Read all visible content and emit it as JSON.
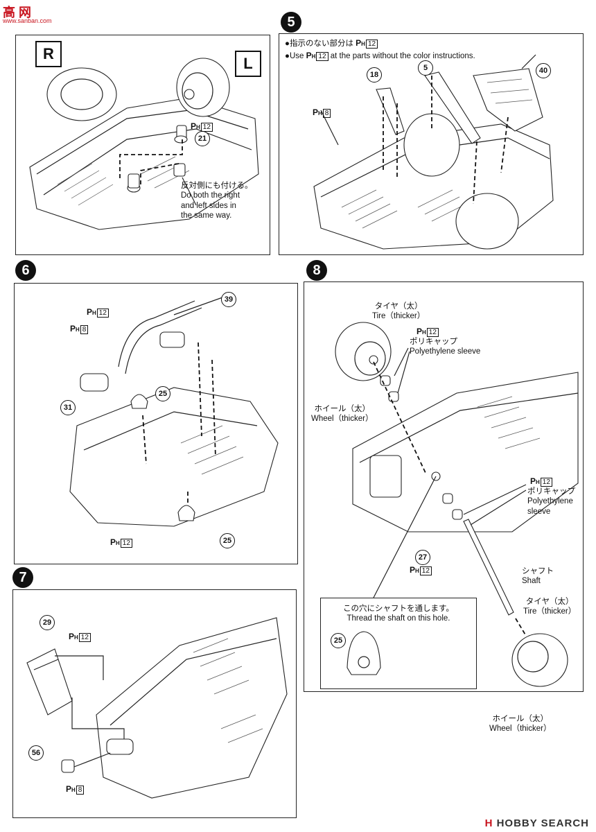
{
  "watermark": {
    "logo": "高 网",
    "url": "www.sanban.com"
  },
  "footer": {
    "brand_mark": "H",
    "brand": "HOBBY SEARCH"
  },
  "step4": {
    "badge_r": "R",
    "badge_l": "L",
    "part_21": "21",
    "ph_label": "P",
    "ph_sub": "H",
    "ph_num": "12",
    "note_jp": "反対側にも付ける。",
    "note_en_1": "Do both the right",
    "note_en_2": "and left sides in",
    "note_en_3": "the same way."
  },
  "step5": {
    "badge": "5",
    "instr_jp": "●指示のない部分は",
    "instr_jp_ph": "P",
    "instr_jp_sub": "H",
    "instr_jp_num": "12",
    "instr_en_pre": "●Use",
    "instr_en_ph": "P",
    "instr_en_sub": "H",
    "instr_en_num": "12",
    "instr_en_post": "at the parts without the color instructions.",
    "part_18": "18",
    "part_5": "5",
    "part_40": "40",
    "ph_label": "P",
    "ph_sub": "H",
    "ph_num": "8"
  },
  "step6": {
    "badge": "6",
    "part_39": "39",
    "part_31": "31",
    "part_25a": "25",
    "part_25b": "25",
    "ph12_top": {
      "p": "P",
      "s": "H",
      "n": "12"
    },
    "ph8": {
      "p": "P",
      "s": "H",
      "n": "8"
    },
    "ph12_bottom": {
      "p": "P",
      "s": "H",
      "n": "12"
    }
  },
  "step7": {
    "badge": "7",
    "part_29": "29",
    "part_56": "56",
    "ph12": {
      "p": "P",
      "s": "H",
      "n": "12"
    },
    "ph8": {
      "p": "P",
      "s": "H",
      "n": "8"
    }
  },
  "step8": {
    "badge": "8",
    "tire_top_jp": "タイヤ（太）",
    "tire_top_en": "Tire（thicker）",
    "ph12_a": {
      "p": "P",
      "s": "H",
      "n": "12"
    },
    "sleeve_a_jp": "ポリキャップ",
    "sleeve_a_en": "Polyethylene sleeve",
    "wheel_left_jp": "ホイール（太）",
    "wheel_left_en": "Wheel（thicker）",
    "ph12_b": {
      "p": "P",
      "s": "H",
      "n": "12"
    },
    "sleeve_b_jp": "ポリキャップ",
    "sleeve_b_en_1": "Polyethylene",
    "sleeve_b_en_2": "sleeve",
    "part_27": "27",
    "ph12_c": {
      "p": "P",
      "s": "H",
      "n": "12"
    },
    "shaft_jp": "シャフト",
    "shaft_en": "Shaft",
    "hole_jp": "この穴にシャフトを通します。",
    "hole_en": "Thread the shaft on this hole.",
    "part_25": "25",
    "tire_bottom_jp": "タイヤ（太）",
    "tire_bottom_en": "Tire（thicker）",
    "wheel_bottom_jp": "ホイール（太）",
    "wheel_bottom_en": "Wheel（thicker）"
  }
}
